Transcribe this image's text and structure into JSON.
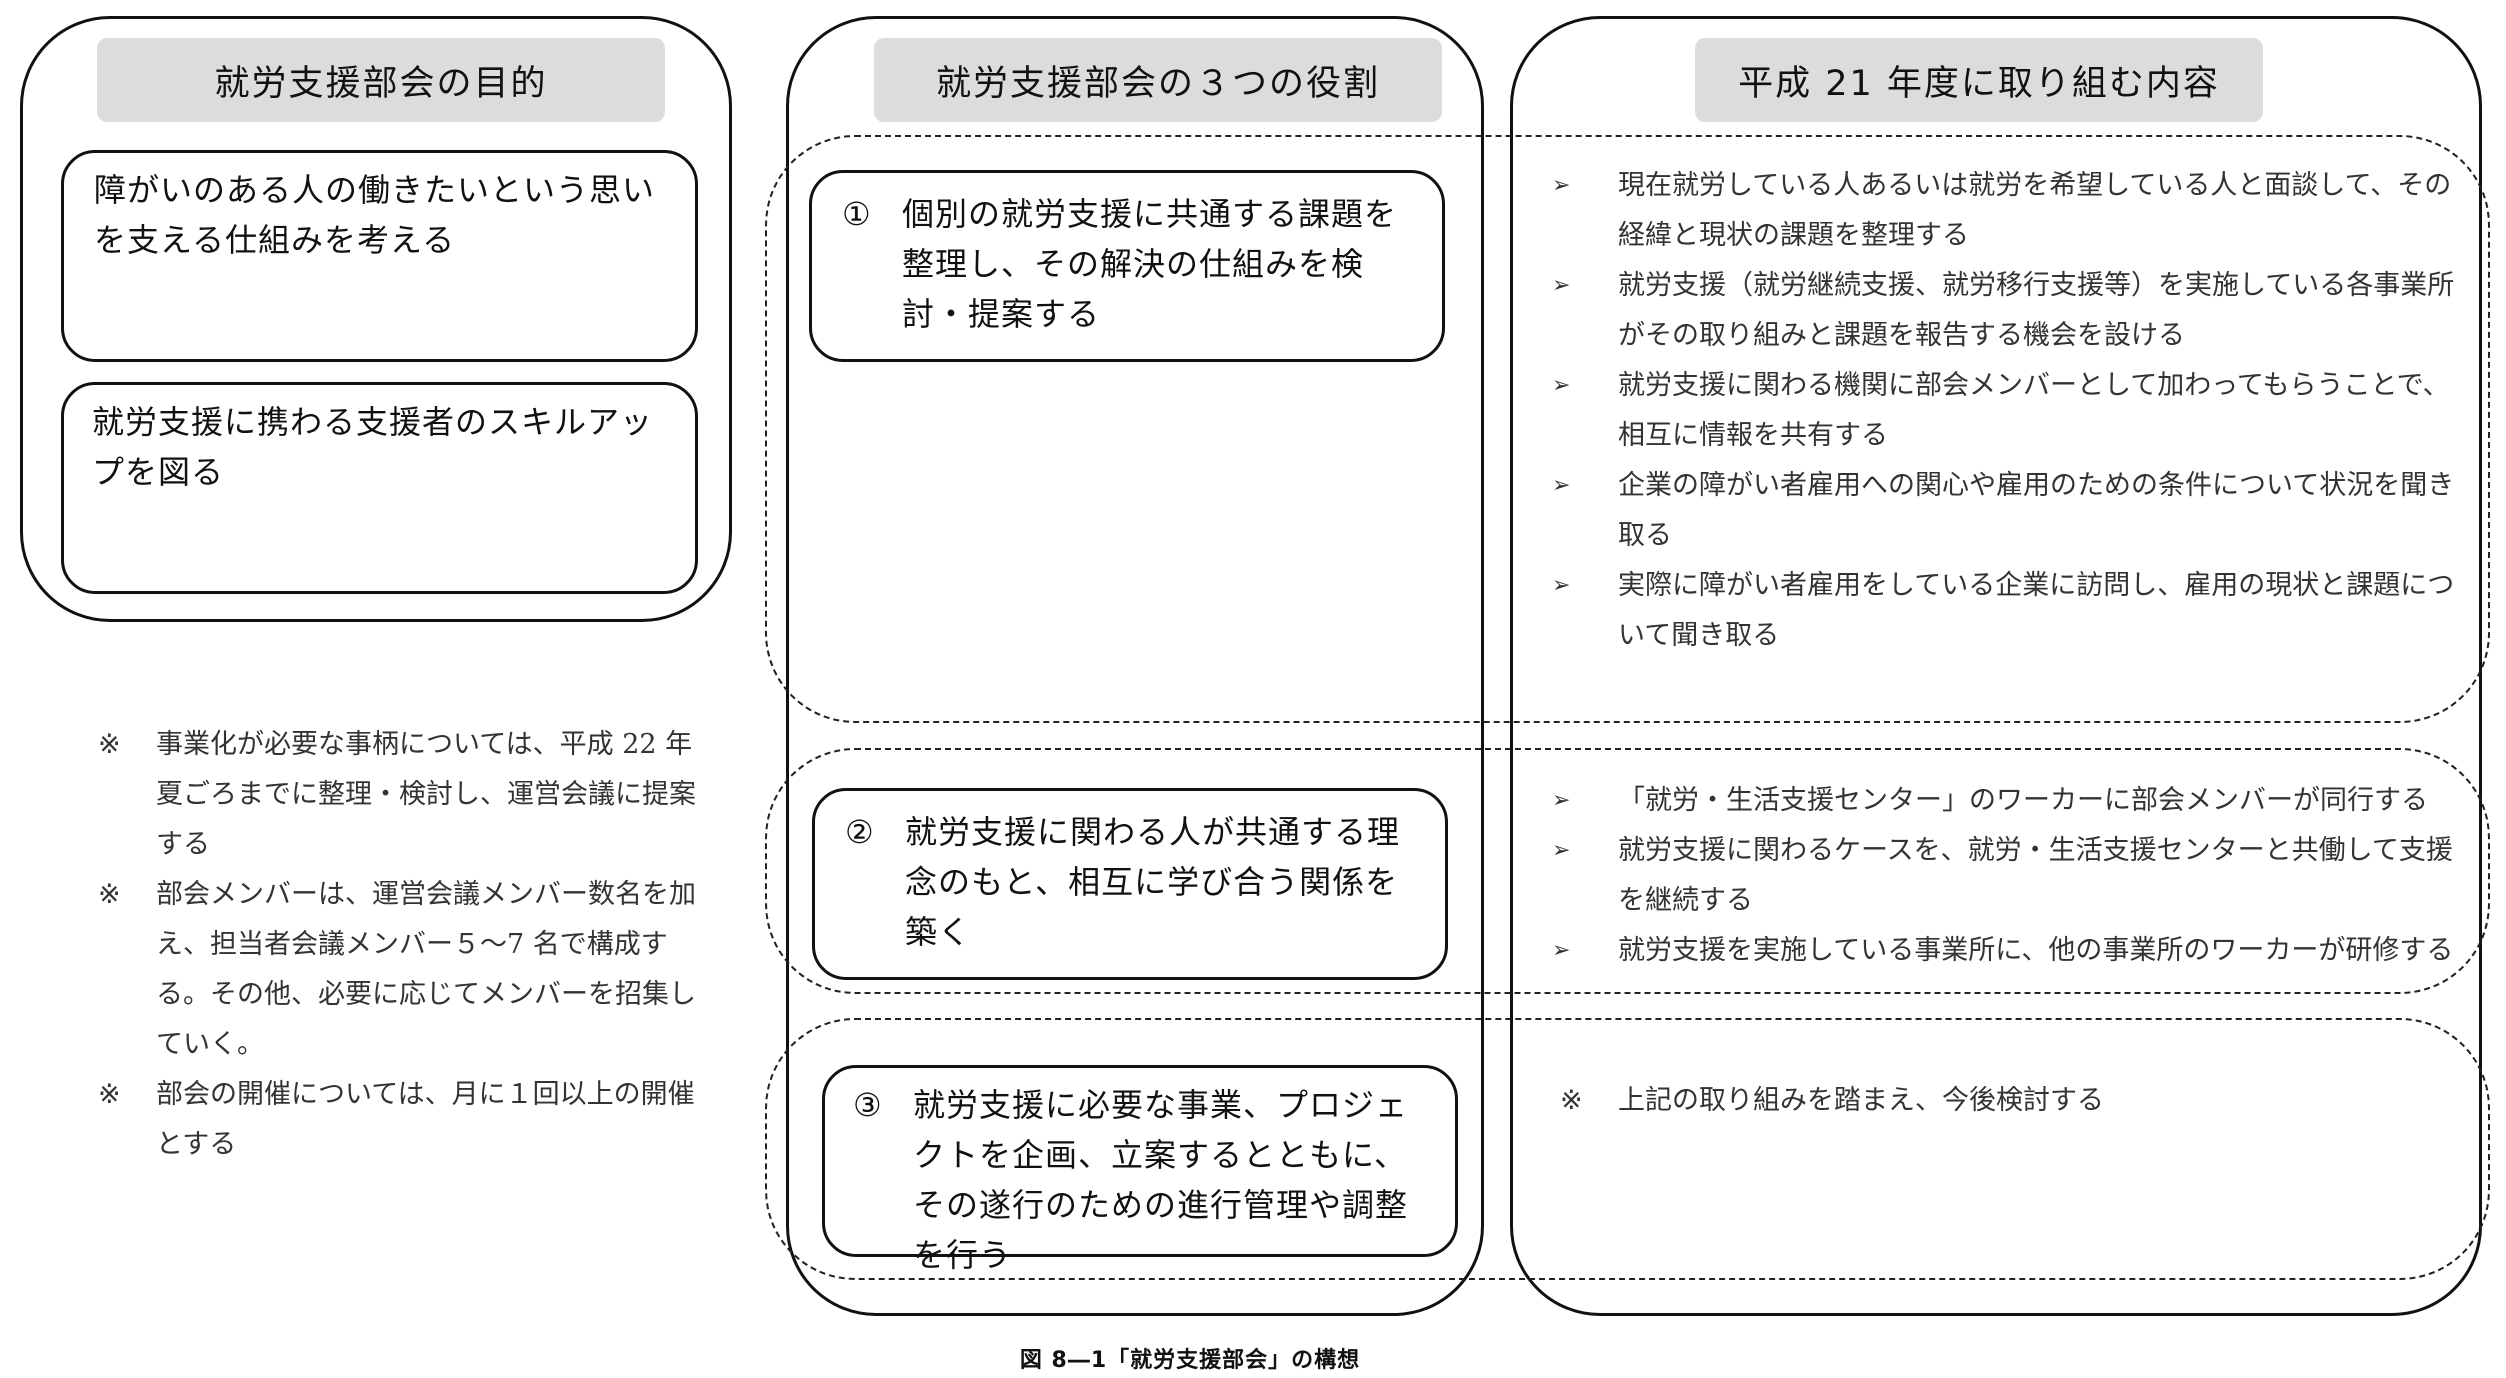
{
  "purpose": {
    "header": "就労支援部会の目的",
    "items": [
      "障がいのある人の働きたいという思いを支える仕組みを考える",
      "就労支援に携わる支援者のスキルアップを図る"
    ]
  },
  "notes": {
    "mark": "※",
    "items": [
      "事業化が必要な事柄については、平成 22 年夏ごろまでに整理・検討し、運営会議に提案する",
      "部会メンバーは、運営会議メンバー数名を加え、担当者会議メンバー５～7 名で構成する。その他、必要に応じてメンバーを招集していく。",
      "部会の開催については、月に１回以上の開催とする"
    ]
  },
  "roles": {
    "header": "就労支援部会の３つの役割",
    "items": [
      {
        "num": "①",
        "text": "個別の就労支援に共通する課題を整理し、その解決の仕組みを検討・提案する"
      },
      {
        "num": "②",
        "text": "就労支援に関わる人が共通する理念のもと、相互に学び合う関係を築く"
      },
      {
        "num": "③",
        "text": "就労支援に必要な事業、プロジェクトを企画、立案するとともに、その遂行のための進行管理や調整を行う"
      }
    ]
  },
  "plans": {
    "header": "平成 21 年度に取り組む内容",
    "bullet_mark": "➢",
    "group1": [
      "現在就労している人あるいは就労を希望している人と面談して、その経緯と現状の課題を整理する",
      "就労支援（就労継続支援、就労移行支援等）を実施している各事業所がその取り組みと課題を報告する機会を設ける",
      "就労支援に関わる機関に部会メンバーとして加わってもらうことで、相互に情報を共有する",
      "企業の障がい者雇用への関心や雇用のための条件について状況を聞き取る",
      "実際に障がい者雇用をしている企業に訪問し、雇用の現状と課題について聞き取る"
    ],
    "group2": [
      "「就労・生活支援センター」のワーカーに部会メンバーが同行する",
      "就労支援に関わるケースを、就労・生活支援センターと共働して支援を継続する",
      "就労支援を実施している事業所に、他の事業所のワーカーが研修する"
    ],
    "group3_mark": "※",
    "group3": "上記の取り組みを踏まえ、今後検討する"
  },
  "caption": "図 8―1「就労支援部会」の構想"
}
